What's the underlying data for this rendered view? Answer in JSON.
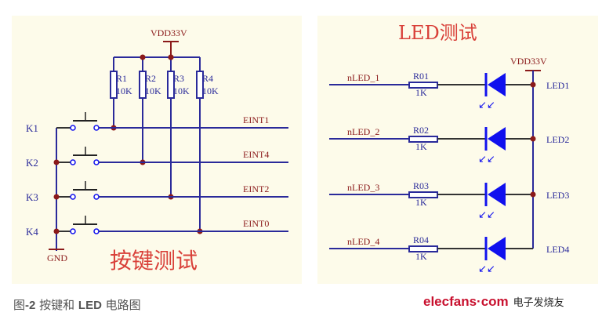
{
  "keys": {
    "vdd_label": "VDD33V",
    "gnd_label": "GND",
    "title": "按键测试",
    "resistors": [
      {
        "name": "R1",
        "value": "10K"
      },
      {
        "name": "R2",
        "value": "10K"
      },
      {
        "name": "R3",
        "value": "10K"
      },
      {
        "name": "R4",
        "value": "10K"
      }
    ],
    "rows": [
      {
        "key": "K1",
        "signal": "EINT1"
      },
      {
        "key": "K2",
        "signal": "EINT4"
      },
      {
        "key": "K3",
        "signal": "EINT2"
      },
      {
        "key": "K4",
        "signal": "EINT0"
      }
    ]
  },
  "leds": {
    "title": "LED测试",
    "vdd_label": "VDD33V",
    "rows": [
      {
        "net": "nLED_1",
        "resistor": "R01",
        "value": "1K",
        "led": "LED1"
      },
      {
        "net": "nLED_2",
        "resistor": "R02",
        "value": "1K",
        "led": "LED2"
      },
      {
        "net": "nLED_3",
        "resistor": "R03",
        "value": "1K",
        "led": "LED3"
      },
      {
        "net": "nLED_4",
        "resistor": "R04",
        "value": "1K",
        "led": "LED4"
      }
    ]
  },
  "caption": {
    "prefix": "图",
    "number": "-2",
    "text1": " 按键和 ",
    "led": "LED",
    "text2": " 电路图"
  },
  "logo": {
    "brand": "elecfans·com",
    "cn": "电子发烧友"
  },
  "colors": {
    "wire": "#2a2a9a",
    "net_red": "#8b1a1a",
    "title_red": "#d9413a",
    "led_blue": "#1010ee",
    "panel": "#fdfbea"
  }
}
